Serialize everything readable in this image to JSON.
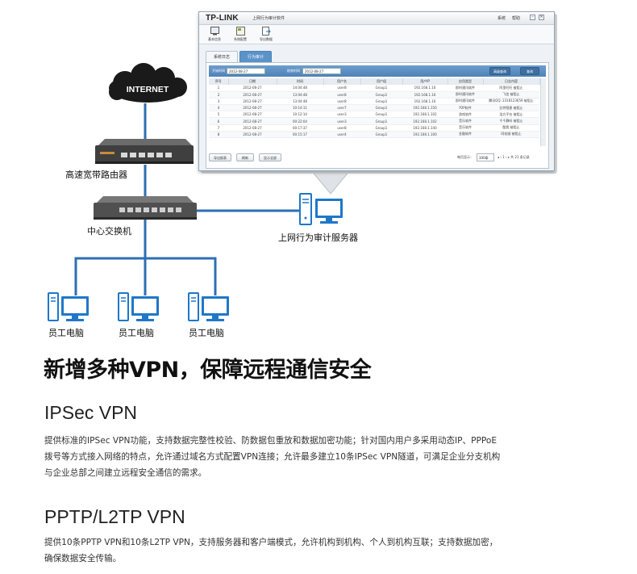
{
  "diagram": {
    "internet_label": "INTERNET",
    "router_label": "高速宽带路由器",
    "switch_label": "中心交换机",
    "server_label": "上网行为审计服务器",
    "employee_pcs": [
      {
        "label": "员工电脑"
      },
      {
        "label": "员工电脑"
      },
      {
        "label": "员工电脑"
      }
    ],
    "colors": {
      "link": "#2e6fb3",
      "device": "#1f77c9",
      "router": "#4a4a4a",
      "cloud": "#1a1a1a"
    }
  },
  "window": {
    "brand": "TP-LINK",
    "title": "上网行为审计软件",
    "menu": [
      "系统",
      "帮助"
    ],
    "toolbar": [
      {
        "label": "基本信息",
        "icon": "info-icon"
      },
      {
        "label": "系统配置",
        "icon": "settings-icon"
      },
      {
        "label": "导出数据",
        "icon": "export-icon"
      }
    ],
    "tabs": [
      {
        "label": "系统日志"
      },
      {
        "label": "行为审计"
      }
    ],
    "filter": {
      "start_label": "开始时间",
      "start_value": "2012-08-27",
      "end_label": "结束时间",
      "end_value": "2012-08-27",
      "advanced_button": "高级查询",
      "search_button": "查询"
    },
    "table": {
      "columns": [
        "序号",
        "日期",
        "时间",
        "用户名",
        "用户组",
        "用户IP",
        "应用类型",
        "日志内容"
      ],
      "rows": [
        [
          "1",
          "2012-08-27",
          "14:04:48",
          "user8",
          "Group1",
          "192.168.1.16",
          "即时通讯软件",
          "阿里旺旺 被阻止"
        ],
        [
          "2",
          "2012-08-27",
          "13:04:48",
          "user8",
          "Group1",
          "192.168.1.16",
          "即时通讯软件",
          "飞信 被阻止"
        ],
        [
          "3",
          "2012-08-27",
          "13:04:48",
          "user8",
          "Group1",
          "192.168.1.16",
          "即时通讯软件",
          "腾讯QQ: 2318123659 被阻止"
        ],
        [
          "4",
          "2012-08-27",
          "10:14:11",
          "user7",
          "Group1",
          "192.168.1.150",
          "P2P软件",
          "比特彗星 被阻止"
        ],
        [
          "5",
          "2012-08-27",
          "10:12:14",
          "user3",
          "Group1",
          "192.168.1.102",
          "游戏软件",
          "浩方平台 被阻止"
        ],
        [
          "6",
          "2012-08-27",
          "00:22:04",
          "user3",
          "Group1",
          "192.168.1.102",
          "音乐软件",
          "千千静听 被阻止"
        ],
        [
          "7",
          "2012-08-27",
          "00:17:37",
          "user8",
          "Group1",
          "192.168.1.140",
          "音乐软件",
          "酷我 被阻止"
        ],
        [
          "8",
          "2012-08-27",
          "00:15:17",
          "user4",
          "Group1",
          "192.168.1.100",
          "金融软件",
          "同花顺 被阻止"
        ]
      ]
    },
    "pager": {
      "buttons": [
        "导出报表",
        "刷新",
        "显示全部"
      ],
      "per_page_label": "每页显示：",
      "per_page_value": "100条",
      "page_nav": "◂ ‹ 1 › ▸ 共 21 条记录"
    }
  },
  "content": {
    "heading": "新增多种VPN，保障远程通信安全",
    "sections": [
      {
        "title": "IPSec VPN",
        "lines": [
          "提供标准的IPSec VPN功能，支持数据完整性校验、防数据包重放和数据加密功能；针对国内用户多采用动态IP、PPPoE",
          "拨号等方式接入网络的特点，允许通过域名方式配置VPN连接；允许最多建立10条IPSec VPN隧道，可满足企业分支机构",
          "与企业总部之间建立远程安全通信的需求。"
        ]
      },
      {
        "title": "PPTP/L2TP VPN",
        "lines": [
          "提供10条PPTP VPN和10条L2TP VPN，支持服务器和客户端模式，允许机构到机构、个人到机构互联；支持数据加密，",
          "确保数据安全传输。"
        ]
      }
    ]
  }
}
